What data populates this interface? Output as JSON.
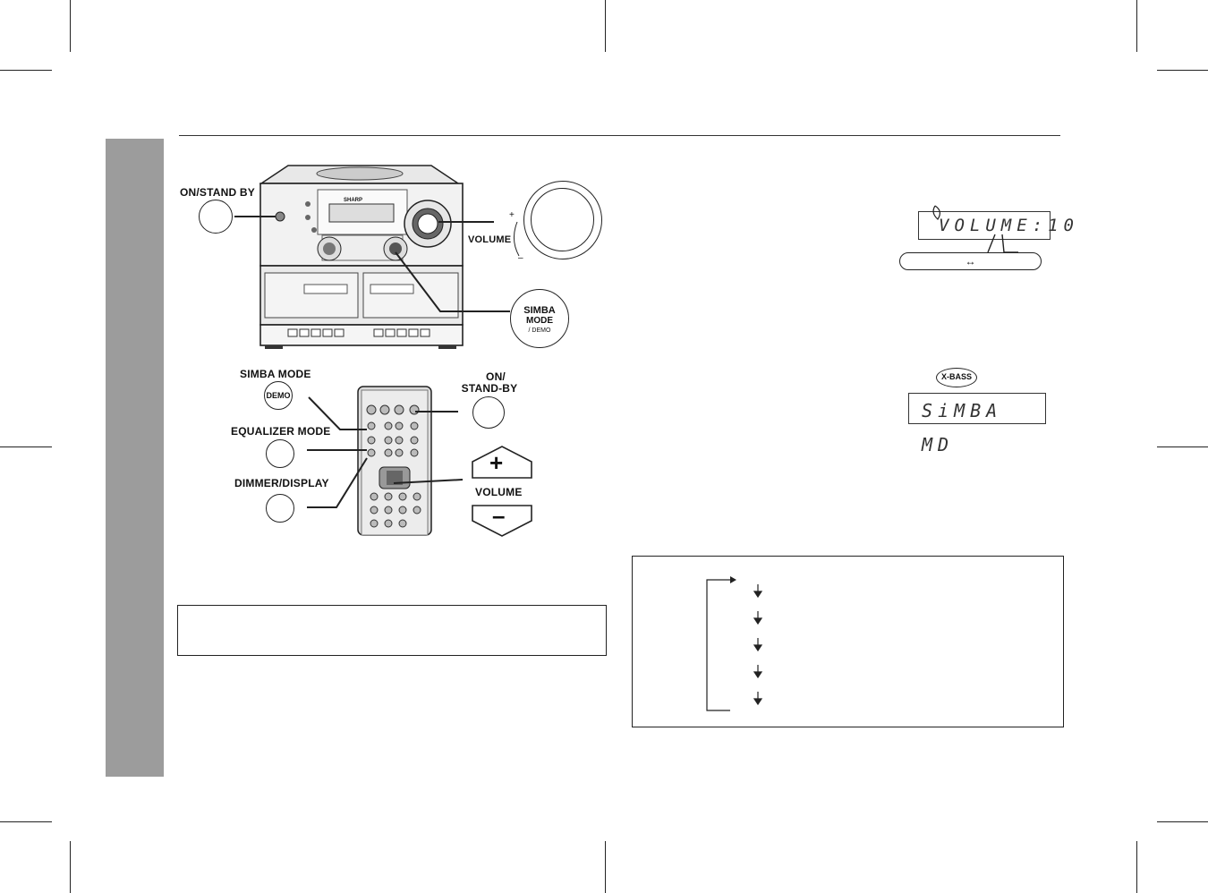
{
  "device_labels": {
    "on_stand_by": "ON/STAND BY",
    "volume_main": "VOLUME",
    "simba_button": [
      "SIMBA",
      "MODE",
      "/ DEMO"
    ],
    "remote_simba_mode": "SIMBA MODE",
    "remote_demo": "DEMO",
    "remote_equalizer_mode": "EQUALIZER MODE",
    "remote_dimmer_display": "DIMMER/DISPLAY",
    "remote_on_stand_by": [
      "ON/",
      "STAND-BY"
    ],
    "remote_volume": "VOLUME",
    "brand": "SHARP"
  },
  "volume_display": {
    "text": "VOLUME:10",
    "range_arrow": "↔"
  },
  "simba_display": {
    "badge": "X-BASS",
    "text": "SiMBA MD"
  },
  "knob_marks": {
    "plus": "+",
    "minus": "–"
  },
  "remote_buttons": {
    "plus": "+",
    "minus": "–"
  }
}
